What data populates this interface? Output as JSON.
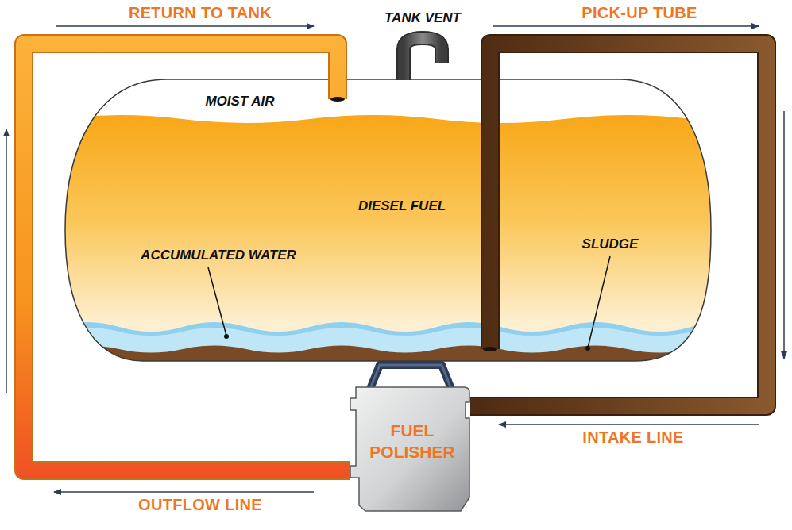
{
  "diagram": {
    "nodes": [
      {
        "text": [
          "MOIST AIR",
          "DIESEL FUEL",
          "ACCUMULATED WATER",
          "SLUDGE"
        ]
      },
      {
        "text": [
          "FUEL POLISHER"
        ]
      }
    ],
    "edges": [
      {
        "from": 0,
        "to": 1,
        "arrow": "none"
      },
      {
        "from": 1,
        "to": 0,
        "arrow": "none"
      }
    ],
    "labels": [
      "RETURN TO TANK",
      "TANK VENT",
      "PICK-UP TUBE",
      "INTAKE LINE",
      "OUTFLOW LINE"
    ]
  }
}
